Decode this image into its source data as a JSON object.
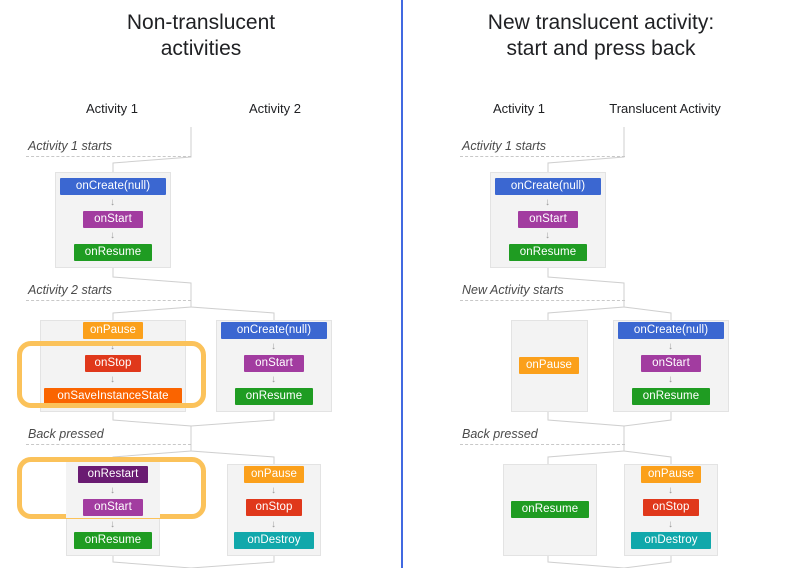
{
  "diagram": {
    "title_note": "Android activity lifecycle comparison",
    "colors": {
      "onCreate": "#3b67d1",
      "onStart": "#a23ca0",
      "onResume": "#1f9c22",
      "onPause": "#fba01b",
      "onStop": "#e0381b",
      "onSaveInstanceState": "#fa6400",
      "onRestart": "#6a1b72",
      "onDestroy": "#11a8ab",
      "highlight": "#fbc25a",
      "divider": "#4169e1",
      "group_fill": "#f3f3f3",
      "group_border": "#e3e3e3",
      "connector": "#cfcfcf",
      "dashed": "#c8c8c8"
    },
    "arrow_glyph": "↓"
  },
  "left": {
    "title_line1": "Non-translucent",
    "title_line2": "activities",
    "columns": [
      {
        "label": "Activity 1"
      },
      {
        "label": "Activity 2"
      }
    ],
    "phases": [
      {
        "label": "Activity 1 starts"
      },
      {
        "label": "Activity 2 starts"
      },
      {
        "label": "Back pressed"
      }
    ],
    "stages": [
      {
        "phase": "Activity 1 starts",
        "col1": [
          "onCreate(null)",
          "onStart",
          "onResume"
        ],
        "col2": []
      },
      {
        "phase": "Activity 2 starts",
        "col1": [
          "onPause",
          "onStop",
          "onSaveInstanceState"
        ],
        "col2": [
          "onCreate(null)",
          "onStart",
          "onResume"
        ]
      },
      {
        "phase": "Back pressed",
        "col1": [
          "onRestart",
          "onStart",
          "onResume"
        ],
        "col2": [
          "onPause",
          "onStop",
          "onDestroy"
        ]
      }
    ],
    "chips": {
      "s1_c1_1": "onCreate(null)",
      "s1_c1_2": "onStart",
      "s1_c1_3": "onResume",
      "s2_c1_1": "onPause",
      "s2_c1_2": "onStop",
      "s2_c1_3": "onSaveInstanceState",
      "s2_c2_1": "onCreate(null)",
      "s2_c2_2": "onStart",
      "s2_c2_3": "onResume",
      "s3_c1_1": "onRestart",
      "s3_c1_2": "onStart",
      "s3_c1_3": "onResume",
      "s3_c2_1": "onPause",
      "s3_c2_2": "onStop",
      "s3_c2_3": "onDestroy"
    },
    "highlights": [
      {
        "name": "stop-and-save-instance-state",
        "filled": false
      },
      {
        "name": "restart-and-start",
        "filled": true
      }
    ]
  },
  "right": {
    "title_line1": "New translucent activity:",
    "title_line2": "start and press back",
    "columns": [
      {
        "label": "Activity 1"
      },
      {
        "label": "Translucent Activity"
      }
    ],
    "phases": [
      {
        "label": "Activity 1 starts"
      },
      {
        "label": "New Activity starts"
      },
      {
        "label": "Back pressed"
      }
    ],
    "stages": [
      {
        "phase": "Activity 1 starts",
        "col1": [
          "onCreate(null)",
          "onStart",
          "onResume"
        ],
        "col2": []
      },
      {
        "phase": "New Activity starts",
        "col1": [
          "onPause"
        ],
        "col2": [
          "onCreate(null)",
          "onStart",
          "onResume"
        ]
      },
      {
        "phase": "Back pressed",
        "col1": [
          "onResume"
        ],
        "col2": [
          "onPause",
          "onStop",
          "onDestroy"
        ]
      }
    ],
    "chips": {
      "s1_c1_1": "onCreate(null)",
      "s1_c1_2": "onStart",
      "s1_c1_3": "onResume",
      "s2_c1_1": "onPause",
      "s2_c2_1": "onCreate(null)",
      "s2_c2_2": "onStart",
      "s2_c2_3": "onResume",
      "s3_c1_1": "onResume",
      "s3_c2_1": "onPause",
      "s3_c2_2": "onStop",
      "s3_c2_3": "onDestroy"
    }
  }
}
